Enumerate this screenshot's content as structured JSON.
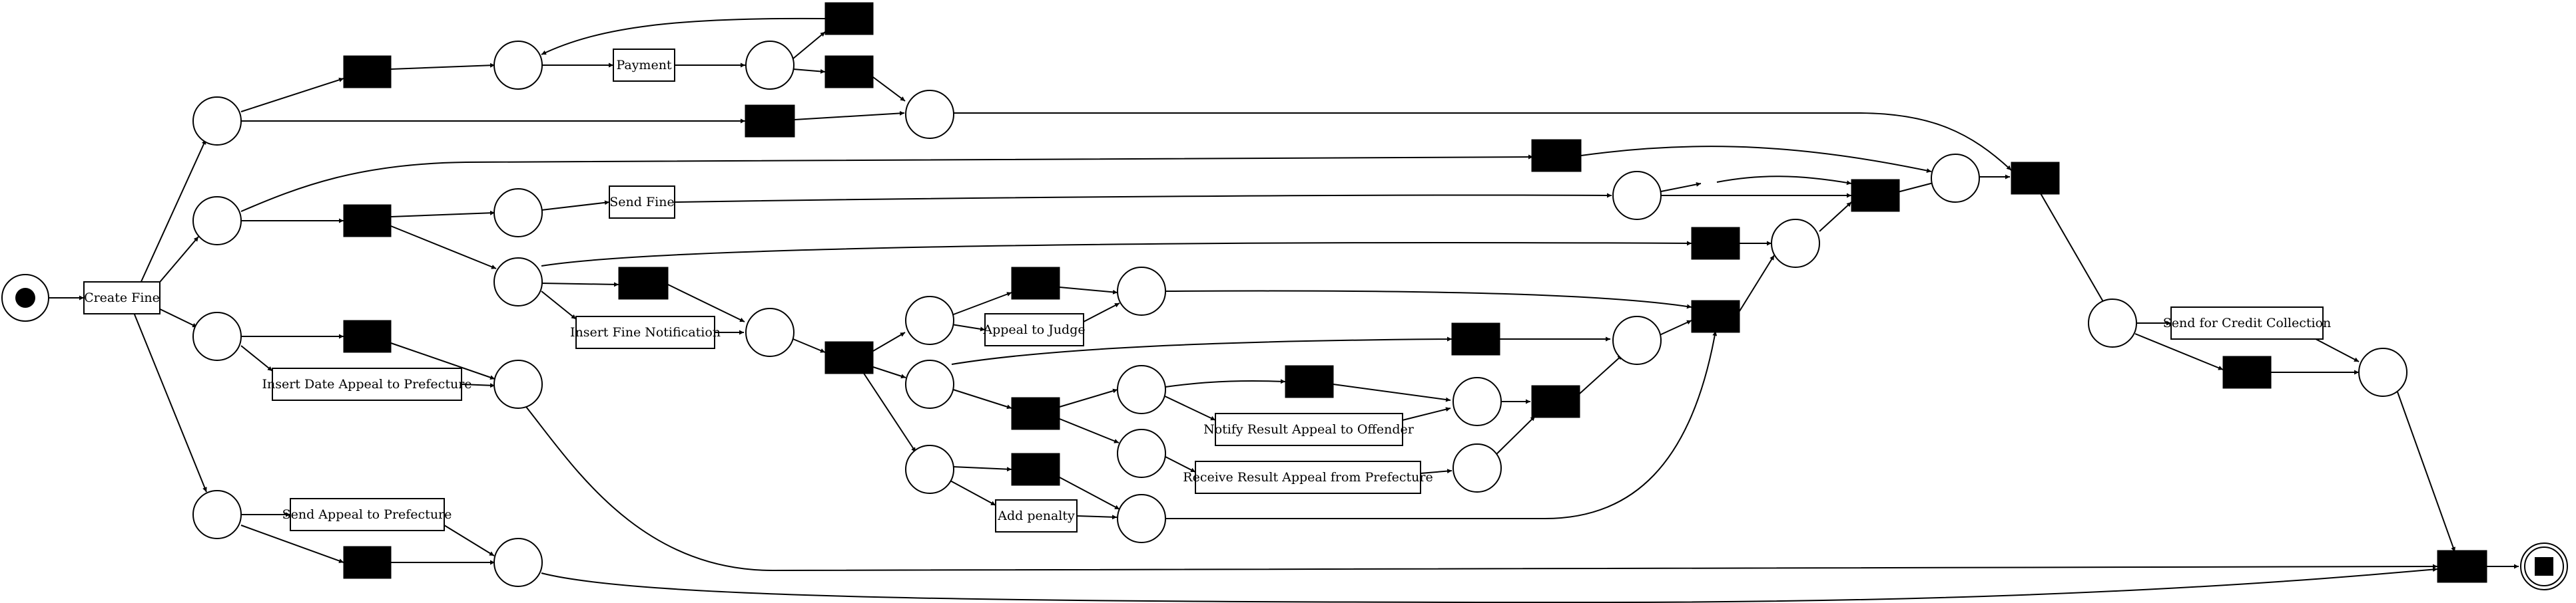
{
  "process": {
    "tasks": {
      "create_fine": "Create Fine",
      "payment": "Payment",
      "send_fine": "Send Fine",
      "insert_fine_notification": "Insert Fine Notification",
      "appeal_to_judge": "Appeal to Judge",
      "insert_date_appeal_to_prefecture": "Insert Date Appeal to Prefecture",
      "send_for_credit_collection": "Send for Credit Collection",
      "notify_result_appeal_to_offender": "Notify Result Appeal to Offender",
      "receive_result_appeal_from_prefecture": "Receive Result Appeal from Prefecture",
      "send_appeal_to_prefecture": "Send Appeal to Prefecture",
      "add_penalty": "Add penalty"
    },
    "colors": {
      "stroke": "#000000",
      "silent_transition": "#000000",
      "background": "#ffffff"
    },
    "icons": {
      "start": "filled-circle-start-icon",
      "end": "filled-square-end-icon"
    }
  }
}
